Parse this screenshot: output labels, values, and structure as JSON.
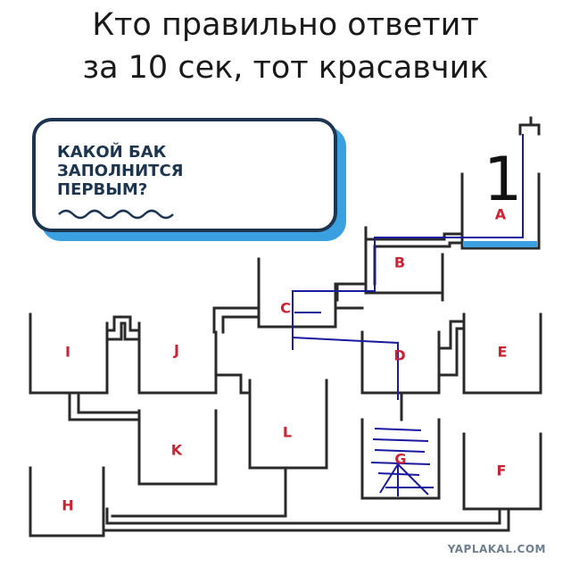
{
  "title": {
    "line1": "Кто правильно ответит",
    "line2": "за 10 сек, тот красавчик"
  },
  "card": {
    "line1": "КАКОЙ БАК",
    "line2": "ЗАПОЛНИТСЯ",
    "line3": "ПЕРВЫМ?"
  },
  "tanks": {
    "A": "A",
    "B": "B",
    "C": "C",
    "D": "D",
    "E": "E",
    "F": "F",
    "G": "G",
    "H": "H",
    "I": "I",
    "J": "J",
    "K": "K",
    "L": "L"
  },
  "annotation": "1",
  "watermark": "YAPLAKAL.COM",
  "colors": {
    "pipe": "#2a2a2a",
    "water": "#3aa0e0",
    "card_border": "#1e3550",
    "label": "#cc2233",
    "annotation": "#1a1aa0"
  }
}
